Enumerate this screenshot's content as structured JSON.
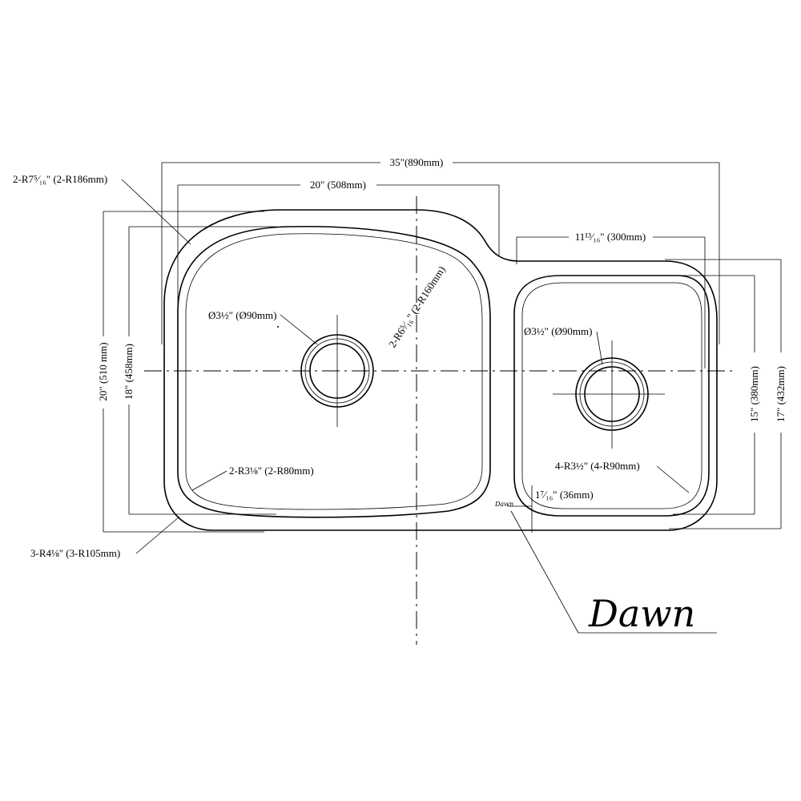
{
  "dimensions": {
    "overall_width": "35\"(890mm)",
    "large_bowl_width": "20\" (508mm)",
    "small_bowl_width": "11¹³⁄₁₆\" (300mm)",
    "overall_depth": "20\" (510 mm)",
    "large_bowl_depth": "18\" (458mm)",
    "small_bowl_depth": "15\" (380mm)",
    "small_outer_depth": "17\" (432mm)",
    "large_drain": "Ø3½\" (Ø90mm)",
    "small_drain": "Ø3½\" (Ø90mm)",
    "outer_radius": "2-R7⁵⁄₁₆\" (2-R186mm)",
    "inner_side_radius": "2-R6⁵⁄₁₆\" (2-R160mm)",
    "bottom_radius_large": "2-R3⅛\" (2-R80mm)",
    "small_corner_radius": "4-R3½\" (4-R90mm)",
    "divider_width": "1⁷⁄₁₆\" (36mm)",
    "outer_bottom_radius": "3-R4⅛\" (3-R105mm)"
  },
  "logo": {
    "brand": "Dawn",
    "stamp": "Dawn"
  }
}
